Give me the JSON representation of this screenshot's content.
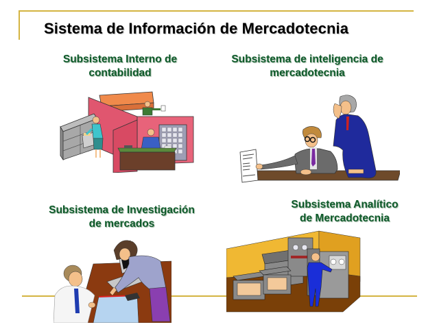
{
  "slide": {
    "title": "Sistema de Información de Mercadotecnia",
    "accent_color": "#d4b441",
    "caption_color": "#0e5a2a"
  },
  "subsystems": [
    {
      "caption_line1": "Subsistema Interno de",
      "caption_line2": "contabilidad",
      "illustration": "office-cubicle-clipart"
    },
    {
      "caption_line1": "Subsistema de inteligencia de",
      "caption_line2": "mercadotecnia",
      "illustration": "businessmen-reviewing-document-clipart"
    },
    {
      "caption_line1": "Subsistema de Investigación",
      "caption_line2": "de mercados",
      "illustration": "researchers-with-laptop-clipart"
    },
    {
      "caption_line1": "Subsistema Analítico",
      "caption_line2": "de Mercadotecnia",
      "illustration": "computer-room-clipart"
    }
  ]
}
